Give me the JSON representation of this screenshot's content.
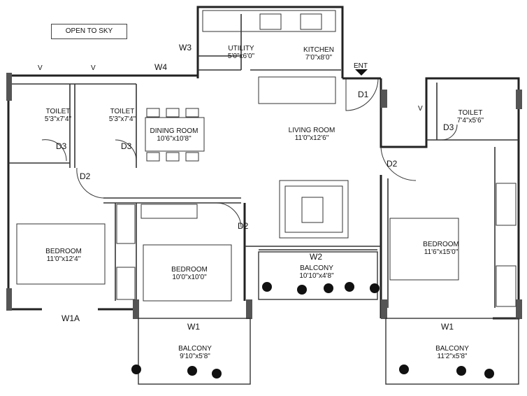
{
  "open_to_sky": "OPEN TO SKY",
  "entrance": "ENT",
  "rooms": {
    "utility": {
      "name": "UTILITY",
      "dims": "5'0\"x6'0\""
    },
    "kitchen": {
      "name": "KITCHEN",
      "dims": "7'0\"x8'0\""
    },
    "dining": {
      "name": "DINING ROOM",
      "dims": "10'6\"x10'8\""
    },
    "living": {
      "name": "LIVING ROOM",
      "dims": "11'0\"x12'6\""
    },
    "toilet_1": {
      "name": "TOILET",
      "dims": "5'3\"x7'4\""
    },
    "toilet_2": {
      "name": "TOILET",
      "dims": "5'3\"x7'4\""
    },
    "toilet_3": {
      "name": "TOILET",
      "dims": "7'4\"x5'6\""
    },
    "bedroom_left": {
      "name": "BEDROOM",
      "dims": "11'0\"x12'4\""
    },
    "bedroom_mid": {
      "name": "BEDROOM",
      "dims": "10'0\"x10'0\""
    },
    "bedroom_right": {
      "name": "BEDROOM",
      "dims": "11'6\"x15'0\""
    },
    "balcony_mid": {
      "name": "BALCONY",
      "dims": "10'10\"x4'8\""
    },
    "balcony_left": {
      "name": "BALCONY",
      "dims": "9'10\"x5'8\""
    },
    "balcony_right": {
      "name": "BALCONY",
      "dims": "11'2\"x5'8\""
    }
  },
  "doors": {
    "d1": "D1",
    "d2_left": "D2",
    "d2_mid": "D2",
    "d2_right": "D2",
    "d3_left": "D3",
    "d3_mid": "D3",
    "d3_right": "D3"
  },
  "windows": {
    "w1_left": "W1",
    "w1_right": "W1",
    "w1a": "W1A",
    "w2": "W2",
    "w3": "W3",
    "w4": "W4"
  },
  "vents": {
    "v1": "V",
    "v2": "V",
    "v3": "V"
  }
}
